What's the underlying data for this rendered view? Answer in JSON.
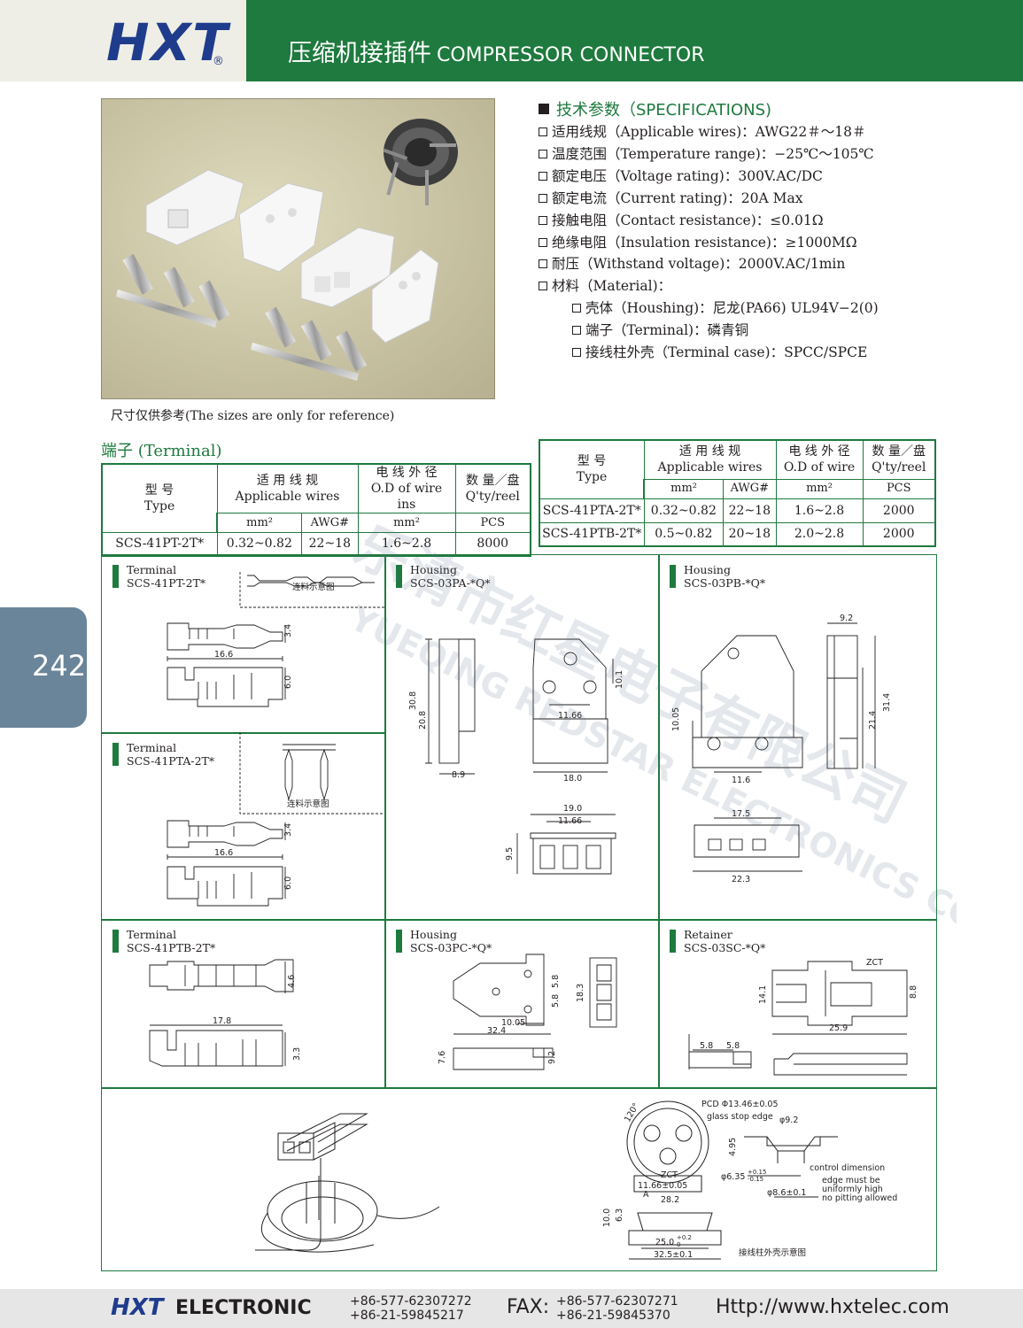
{
  "header": {
    "logo": "HXT",
    "reg_mark": "®",
    "title_cn": "压缩机接插件",
    "title_en": "COMPRESSOR CONNECTOR"
  },
  "photo": {
    "note": "尺寸仅供参考(The sizes are only for reference)"
  },
  "specs": {
    "heading": "技术参数（SPECIFICATIONS)",
    "items": [
      "适用线规（Applicable wires)：AWG22＃～18＃",
      "温度范围（Temperature range)：−25℃～105℃",
      "额定电压（Voltage rating)：300V.AC/DC",
      "额定电流（Current rating)：20A Max",
      "接触电阻（Contact resistance)：≤0.01Ω",
      "绝缘电阻（Insulation resistance)：≥1000MΩ",
      "耐压（Withstand voltage)：2000V.AC/1min",
      "材料（Material)："
    ],
    "material_items": [
      "壳体（Houshing)：尼龙(PA66) UL94V−2(0)",
      "端子（Terminal)：磷青铜",
      "接线柱外壳（Terminal case)：SPCC/SPCE"
    ]
  },
  "terminal": {
    "title": "端子 (Terminal)",
    "headers": {
      "type_cn": "型 号",
      "type_en": "Type",
      "wires_cn": "适 用 线 规",
      "wires_en": "Applicable wires",
      "od_cn": "电 线 外 径",
      "od_en_left": "O.D of wire ins",
      "od_en_right": "O.D of wire",
      "qty_cn": "数 量／盘",
      "qty_en": "Q'ty/reel",
      "mm": "mm²",
      "awg": "AWG#",
      "pcs": "PCS"
    },
    "table_left": [
      {
        "type": "SCS-41PT-2T*",
        "mm": "0.32~0.82",
        "awg": "22~18",
        "od": "1.6~2.8",
        "qty": "8000"
      }
    ],
    "table_right": [
      {
        "type": "SCS-41PTA-2T*",
        "mm": "0.32~0.82",
        "awg": "22~18",
        "od": "1.6~2.8",
        "qty": "2000"
      },
      {
        "type": "SCS-41PTB-2T*",
        "mm": "0.5~0.82",
        "awg": "20~18",
        "od": "2.0~2.8",
        "qty": "2000"
      }
    ]
  },
  "page_number": "242",
  "drawings": {
    "c1": {
      "kind": "Terminal",
      "code": "SCS-41PT-2T*",
      "strip": "连料示意图",
      "d1": "3.4",
      "d2": "16.6",
      "d3": "6.0"
    },
    "c2": {
      "kind": "Housing",
      "code": "SCS-03PA-*Q*",
      "d1": "30.8",
      "d2": "20.8",
      "d3": "8.9",
      "d4": "10.1",
      "d5": "11.66",
      "d6": "18.0",
      "d7": "19.0",
      "d8": "11.66",
      "d9": "9.5"
    },
    "c3": {
      "kind": "Housing",
      "code": "SCS-03PB-*Q*",
      "d1": "9.2",
      "d2": "31.4",
      "d3": "21.4",
      "d4": "10.05",
      "d5": "11.6",
      "d6": "17.5",
      "d7": "22.3"
    },
    "c4": {
      "kind": "Terminal",
      "code": "SCS-41PTA-2T*",
      "strip": "连料示意图",
      "d1": "3.4",
      "d2": "16.6",
      "d3": "6.0"
    },
    "c5": {
      "kind": "Terminal",
      "code": "SCS-41PTB-2T*",
      "d1": "4.6",
      "d2": "17.8",
      "d3": "3.3"
    },
    "c6": {
      "kind": "Housing",
      "code": "SCS-03PC-*Q*",
      "d1": "5.8",
      "d2": "5.8",
      "d3": "18.3",
      "d4": "10.05",
      "d5": "32.4",
      "d6": "7.6",
      "d7": "9.2"
    },
    "c7": {
      "kind": "Retainer",
      "code": "SCS-03SC-*Q*",
      "d1": "14.1",
      "d2": "8.8",
      "d3": "5.8",
      "d4": "5.8",
      "d5": "25.9",
      "mark": "ZCT"
    },
    "c8": {
      "pcd": "PCD Φ13.46±0.05",
      "glass": "glass stop edge",
      "phi92": "φ9.2",
      "d495": "4.95",
      "angle": "120°",
      "d1166": "11.66±0.05",
      "zct": "ZCT",
      "d635": "φ6.35",
      "tol_plus": "+0.15",
      "tol_minus": "-0.15",
      "ctrl": "control dimension",
      "edge1": "edge must be",
      "edge2": "uniformly high",
      "edge3": "no pitting allowed",
      "phi86": "φ8.6±0.1",
      "d282": "28.2",
      "d100": "10.0",
      "d63": "6.3",
      "pointA": "A",
      "d250": "25.0",
      "tol_p2": "+0.2",
      "tol_0": "0",
      "d325": "32.5±0.1",
      "caption": "接线柱外壳示意图"
    }
  },
  "watermark": {
    "cn": "乐清市红星电子有限公司",
    "en": "YUEQING REDSTAR ELECTRONICS CO.,LTD."
  },
  "footer": {
    "logo": "HXT",
    "electronic": "ELECTRONIC",
    "tel1": "+86-577-62307272",
    "tel2": "+86-21-59845217",
    "fax_label": "FAX:",
    "fax1": "+86-577-62307271",
    "fax2": "+86-21-59845370",
    "url": "Http://www.hxtelec.com"
  },
  "colors": {
    "brand_green": "#1e7a3e",
    "logo_blue": "#1f3c8c",
    "page_tab": "#6a8599",
    "photo_bg": "#d3cdaa"
  }
}
